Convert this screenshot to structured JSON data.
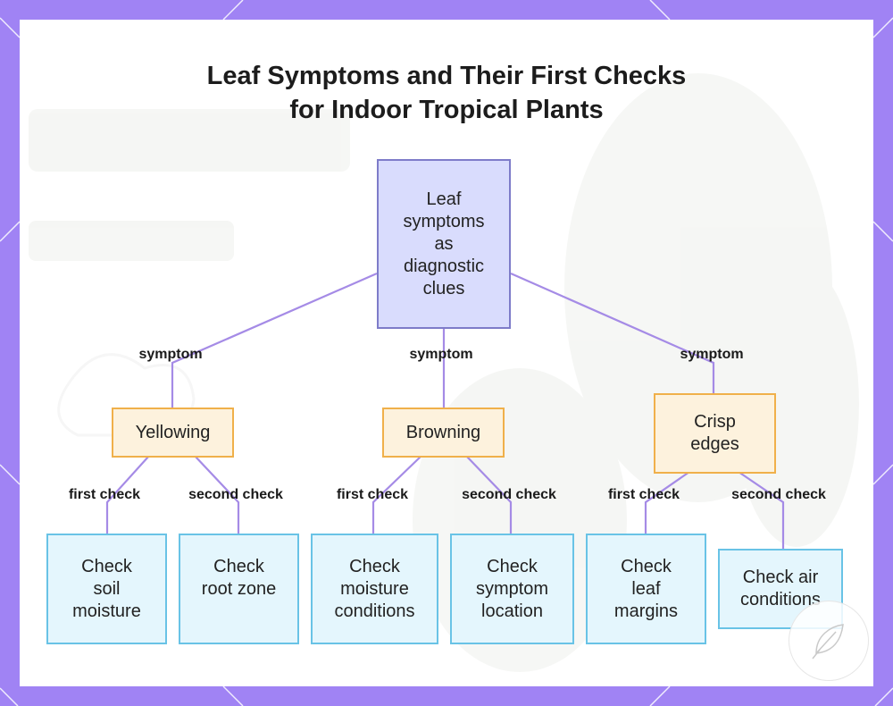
{
  "title": {
    "line1": "Leaf Symptoms and Their First Checks",
    "line2": "for Indoor Tropical Plants"
  },
  "colors": {
    "frame": "#a083f4",
    "edge": "#a58be6",
    "root_fill": "#d9dcfd",
    "symptom_fill": "#fdf2dd",
    "check_fill": "#e4f6fd"
  },
  "root": {
    "lines": [
      "Leaf",
      "symptoms",
      "as",
      "diagnostic",
      "clues"
    ]
  },
  "symptoms": [
    {
      "lines": [
        "Yellowing"
      ],
      "edge_label": "symptom"
    },
    {
      "lines": [
        "Browning"
      ],
      "edge_label": "symptom"
    },
    {
      "lines": [
        "Crisp",
        "edges"
      ],
      "edge_label": "symptom"
    }
  ],
  "checks": [
    {
      "lines": [
        "Check",
        "soil",
        "moisture"
      ],
      "edge_label": "first check"
    },
    {
      "lines": [
        "Check",
        "root zone"
      ],
      "edge_label": "second check"
    },
    {
      "lines": [
        "Check",
        "moisture",
        "conditions"
      ],
      "edge_label": "first check"
    },
    {
      "lines": [
        "Check",
        "symptom",
        "location"
      ],
      "edge_label": "second check"
    },
    {
      "lines": [
        "Check",
        "leaf",
        "margins"
      ],
      "edge_label": "first check"
    },
    {
      "lines": [
        "Check air",
        "conditions"
      ],
      "edge_label": "second check"
    }
  ],
  "badge_icon": "leaf-badge-icon"
}
